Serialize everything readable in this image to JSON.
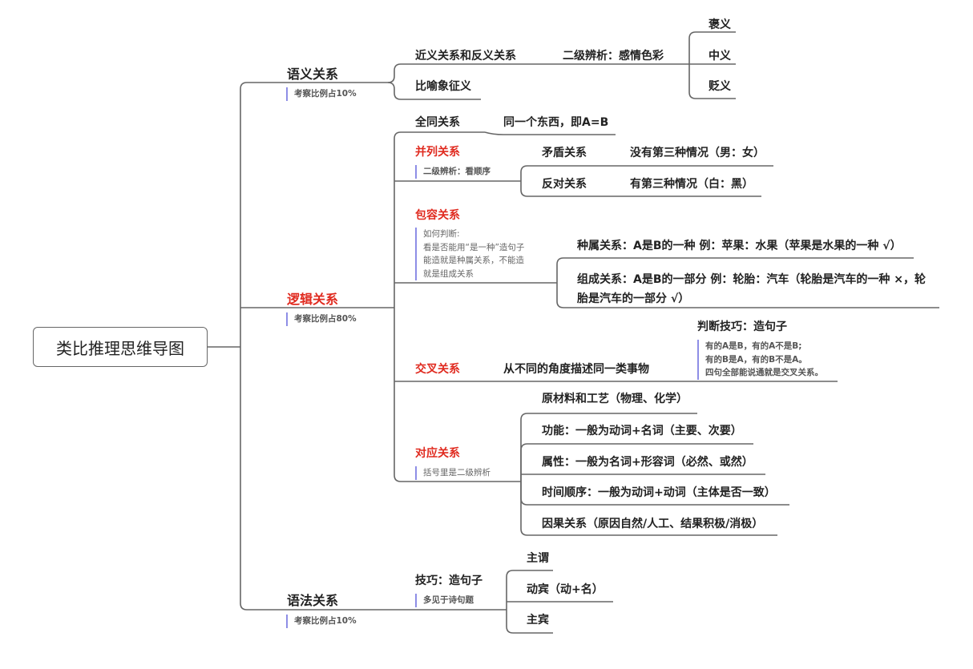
{
  "root": "类比推理思维导图",
  "semantic": {
    "label": "语义关系",
    "note": "考察比例占10%",
    "syn": "近义关系和反义关系",
    "syn_sub": "二级辨析：感情色彩",
    "colors": [
      "褒义",
      "中义",
      "贬义"
    ],
    "metaphor": "比喻象征义"
  },
  "logic": {
    "label": "逻辑关系",
    "note": "考察比例占80%",
    "identical": {
      "label": "全同关系",
      "desc": "同一个东西，即A=B"
    },
    "parallel": {
      "label": "并列关系",
      "note": "二级辨析：看顺序",
      "children": [
        {
          "label": "矛盾关系",
          "desc": "没有第三种情况（男：女）"
        },
        {
          "label": "反对关系",
          "desc": "有第三种情况（白：黑）"
        }
      ]
    },
    "contain": {
      "label": "包容关系",
      "note": [
        "如何判断:",
        "看是否能用“是一种”造句子",
        "能造就是种属关系，不能造",
        "就是组成关系"
      ],
      "children": [
        "种属关系：A是B的一种 例：苹果：水果（苹果是水果的一种 √）",
        "组成关系：A是B的一部分 例：轮胎：汽车（轮胎是汽车的一种 ×，轮",
        "胎是汽车的一部分 √）"
      ]
    },
    "cross": {
      "label": "交叉关系",
      "desc": "从不同的角度描述同一类事物",
      "tip": "判断技巧：造句子",
      "tip_note": [
        "有的A是B，有的A不是B;",
        "有的B是A，有的B不是A。",
        "四句全部能说通就是交叉关系。"
      ]
    },
    "correspond": {
      "label": "对应关系",
      "note": "括号里是二级辨析",
      "children": [
        "原材料和工艺（物理、化学）",
        "功能：一般为动词+名词（主要、次要）",
        "属性：一般为名词+形容词（必然、或然）",
        "时间顺序：一般为动词+动词（主体是否一致）",
        "因果关系（原因自然/人工、结果积极/消极）"
      ]
    }
  },
  "grammar": {
    "label": "语法关系",
    "note": "考察比例占10%",
    "tip": "技巧：造句子",
    "tip_note": "多见于诗句题",
    "children": [
      "主谓",
      "动宾（动+名）",
      "主宾"
    ]
  }
}
